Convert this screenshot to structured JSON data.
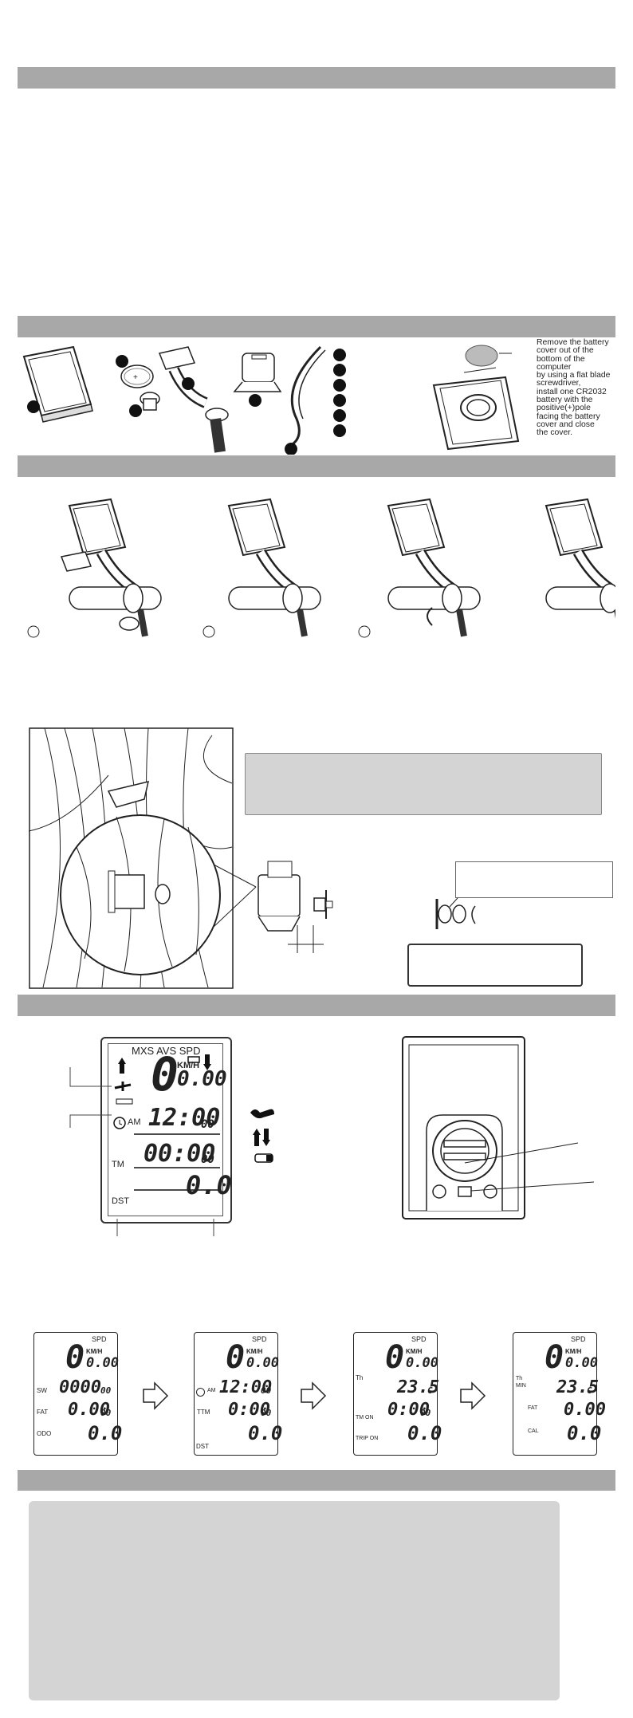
{
  "battery_note": {
    "lines": [
      "Remove the battery",
      "cover out of the",
      "bottom of the",
      "computer",
      "by using a flat blade",
      "screwdriver,",
      "install one CR2032",
      "battery with the",
      "positive(+)pole",
      "facing the battery",
      "cover and close",
      "the cover."
    ]
  },
  "main_display": {
    "top_label": "MXS AVS SPD",
    "speed": "0",
    "speed_unit": "KM/H",
    "speed_decimal": "0.00",
    "am": "AM",
    "clock": "12:00",
    "clock_sec": "00",
    "timer": "00:00",
    "timer_sec": "00",
    "tm": "TM",
    "dst": "DST",
    "distance": "0.0"
  },
  "screens": [
    {
      "spd": "SPD",
      "speed": "0",
      "unit": "KM/H",
      "dec": "0.00",
      "l1": "SW",
      "r1": "0000",
      "r1s": "00",
      "l2": "FAT",
      "r2": "0.00",
      "r2s": "00",
      "l3": "ODO",
      "r3": "0.0"
    },
    {
      "spd": "SPD",
      "speed": "0",
      "unit": "KM/H",
      "dec": "0.00",
      "l1": "AM",
      "r1": "12:00",
      "r1s": "00",
      "l2": "TTM",
      "r2": "0:00",
      "r2s": "00",
      "l3": "DST",
      "r3": "0.0"
    },
    {
      "spd": "SPD",
      "speed": "0",
      "unit": "KM/H",
      "dec": "0.00",
      "l1": "Th",
      "r1": "23.5",
      "r1s": "C",
      "l2": "TM  ON",
      "r2": "0:00",
      "r2s": "00",
      "l3": "TRIP ON",
      "r3": "0.0"
    },
    {
      "spd": "SPD",
      "speed": "0",
      "unit": "KM/H",
      "dec": "0.00",
      "l1": "Th MIN",
      "r1": "23.5",
      "r1s": "C",
      "l2": "FAT",
      "r2": "0.00",
      "r2s": "",
      "l3": "CAL",
      "r3": "0.0"
    }
  ]
}
